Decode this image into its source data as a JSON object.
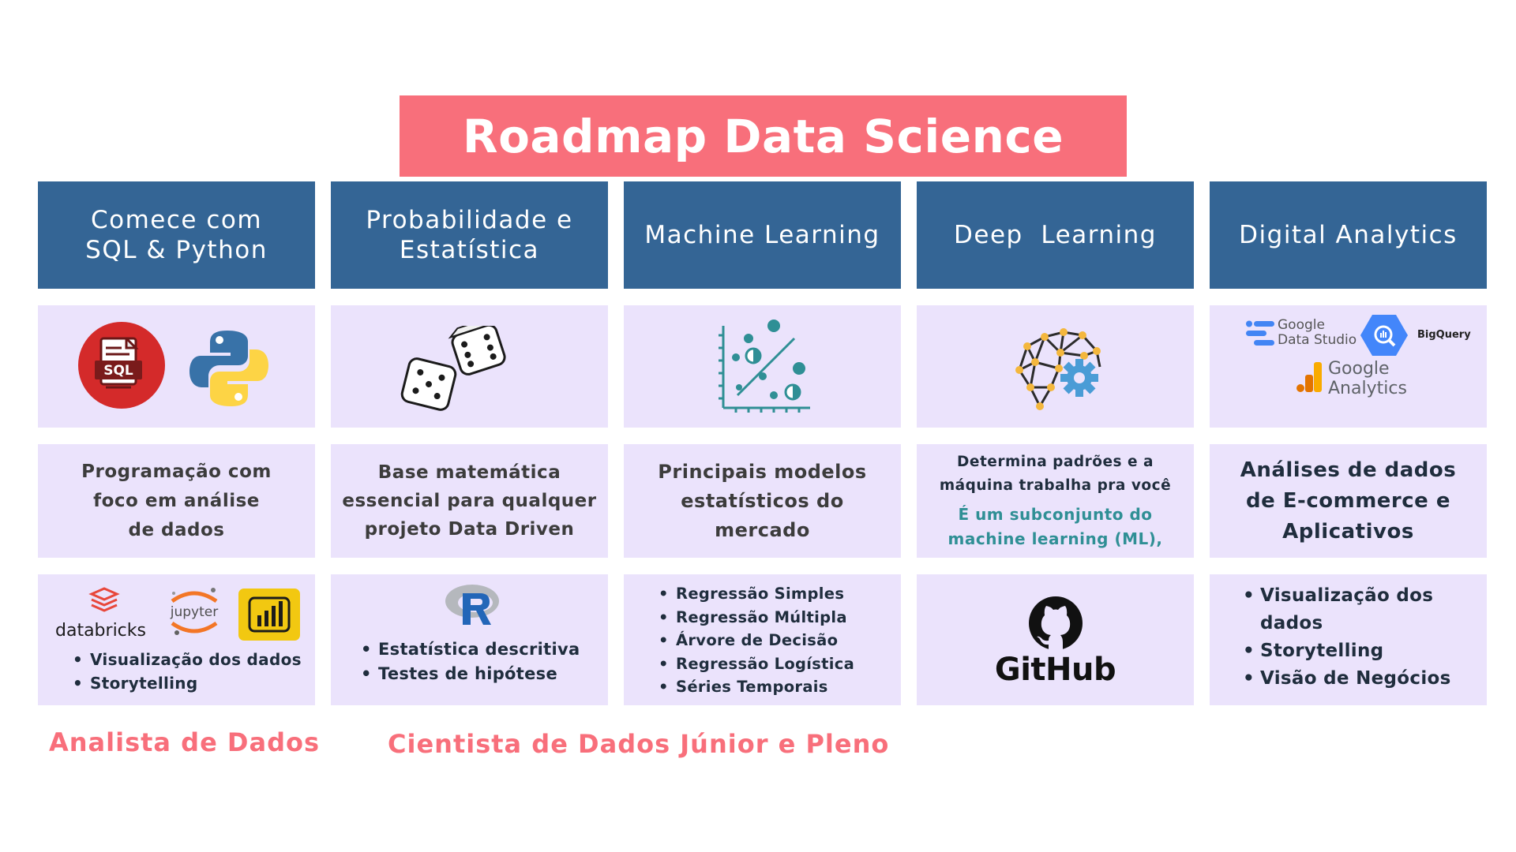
{
  "title": "Roadmap Data Science",
  "columns": [
    {
      "header": "Comece com\nSQL & Python",
      "description": "Programação com\nfoco em análise\nde dados",
      "logos": [
        "SQL",
        "databricks",
        "jupyter"
      ],
      "icons": [
        "sql-file-icon",
        "python-logo-icon",
        "databricks-logo-icon",
        "jupyter-logo-icon",
        "power-bi-icon"
      ],
      "bullets": [
        "Visualização dos dados",
        "Storytelling"
      ]
    },
    {
      "header": "Probabilidade e\nEstatística",
      "description": "Base matemática\nessencial para qualquer\nprojeto Data Driven",
      "icons": [
        "dice-icon",
        "r-language-icon"
      ],
      "bullets": [
        "Estatística descritiva",
        "Testes de hipótese"
      ]
    },
    {
      "header": "Machine Learning",
      "description": "Principais modelos\nestatísticos do\nmercado",
      "icons": [
        "scatter-plot-icon"
      ],
      "bullets": [
        "Regressão Simples",
        "Regressão Múltipla",
        "Árvore de Decisão",
        "Regressão Logística",
        "Séries Temporais"
      ]
    },
    {
      "header": "Deep  Learning",
      "description": "Determina padrões e a\nmáquina trabalha pra você",
      "description_highlight": "É um subconjunto do\nmachine learning (ML),",
      "icons": [
        "neural-brain-gear-icon",
        "github-logo-icon"
      ],
      "logos": [
        "GitHub"
      ]
    },
    {
      "header": "Digital Analytics",
      "description": "Análises de dados\nde E-commerce e\nAplicativos",
      "logos": [
        "Google",
        "Data Studio",
        "BigQuery",
        "Google",
        "Analytics"
      ],
      "icons": [
        "google-data-studio-icon",
        "bigquery-icon",
        "google-analytics-icon"
      ],
      "bullets": [
        "Visualização dos dados",
        "Storytelling",
        "Visão de Negócios"
      ]
    }
  ],
  "footers": [
    "Analista de Dados",
    "Cientista de Dados Júnior e Pleno"
  ],
  "colors": {
    "title_bg": "#f86f7b",
    "header_bg": "#346595",
    "panel_bg": "#ebe3fc",
    "accent_teal": "#2f8f95",
    "footer_text": "#f86f7b"
  }
}
